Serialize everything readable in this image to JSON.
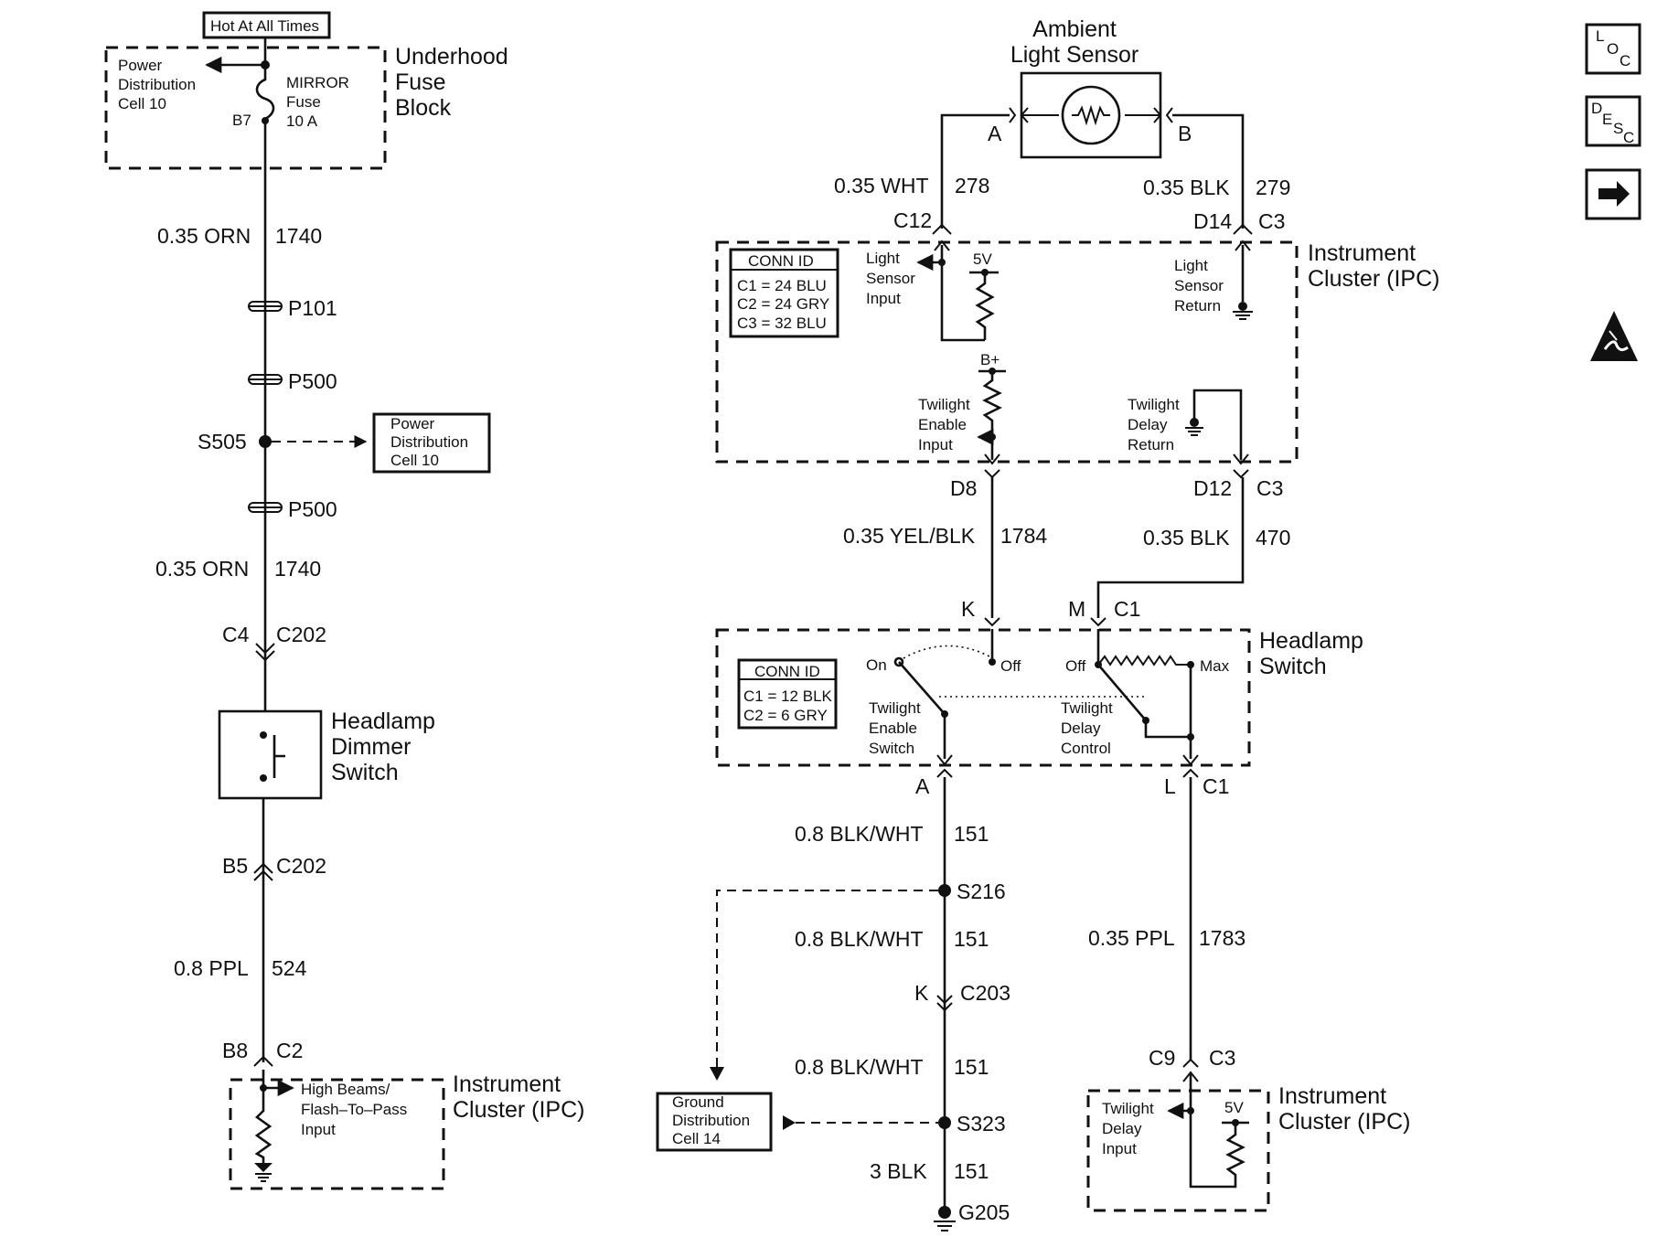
{
  "left": {
    "hot_label": "Hot At All Times",
    "fuse_block_title": "Underhood\nFuse\nBlock",
    "power_dist_ref": "Power\nDistribution\nCell 10",
    "fuse_label": "MIRROR\nFuse\n10 A",
    "fuse_pin": "B7",
    "wire1_gauge": "0.35 ORN",
    "wire1_circuit": "1740",
    "conn_p101": "P101",
    "conn_p500_a": "P500",
    "splice_s505": "S505",
    "power_dist_box": "Power\nDistribution\nCell 10",
    "conn_p500_b": "P500",
    "wire2_gauge": "0.35 ORN",
    "wire2_circuit": "1740",
    "c4_pin": "C4",
    "c202_a": "C202",
    "dimmer_title": "Headlamp\nDimmer\nSwitch",
    "b5_pin": "B5",
    "c202_b": "C202",
    "wire3_gauge": "0.8 PPL",
    "wire3_circuit": "524",
    "b8_pin": "B8",
    "c2_pin": "C2",
    "ipc_input_label": "High Beams/\nFlash–To–Pass\nInput",
    "ipc_title": "Instrument\nCluster (IPC)"
  },
  "center": {
    "sensor_title": "Ambient\nLight Sensor",
    "pin_a": "A",
    "pin_b": "B",
    "wht_gauge": "0.35 WHT",
    "wht_circuit": "278",
    "blk279_gauge": "0.35 BLK",
    "blk279_circuit": "279",
    "c12_pin": "C12",
    "d14_pin": "D14",
    "c3_top": "C3",
    "ipc_title": "Instrument\nCluster (IPC)",
    "conn_id_title": "CONN ID",
    "conn_id_lines": [
      "C1 = 24 BLU",
      "C2 = 24 GRY",
      "C3 = 32 BLU"
    ],
    "light_sensor_input": "Light\nSensor\nInput",
    "five_v": "5V",
    "light_sensor_return": "Light\nSensor\nReturn",
    "b_plus": "B+",
    "twilight_enable_input": "Twilight\nEnable\nInput",
    "twilight_delay_return": "Twilight\nDelay\nReturn",
    "d8_pin": "D8",
    "d12_pin": "D12",
    "c3_mid": "C3",
    "yelblk_gauge": "0.35 YEL/BLK",
    "yelblk_circuit": "1784",
    "blk470_gauge": "0.35 BLK",
    "blk470_circuit": "470",
    "k_pin": "K",
    "m_pin": "M",
    "c1_top": "C1",
    "headlamp_switch_title": "Headlamp\nSwitch",
    "hs_conn_id_title": "CONN ID",
    "hs_conn_id_lines": [
      "C1 = 12 BLK",
      "C2 = 6 GRY"
    ],
    "on_label": "On",
    "off_label1": "Off",
    "off_label2": "Off",
    "max_label": "Max",
    "twilight_enable_switch": "Twilight\nEnable\nSwitch",
    "twilight_delay_control": "Twilight\nDelay\nControl",
    "a_pin": "A",
    "l_pin": "L",
    "c1_bottom": "C1",
    "bw1_gauge": "0.8 BLK/WHT",
    "bw1_circuit": "151",
    "s216": "S216",
    "bw2_gauge": "0.8 BLK/WHT",
    "bw2_circuit": "151",
    "ppl_gauge": "0.35 PPL",
    "ppl_circuit": "1783",
    "k2_pin": "K",
    "c203": "C203",
    "bw3_gauge": "0.8 BLK/WHT",
    "bw3_circuit": "151",
    "c9_pin": "C9",
    "c3_bottom": "C3",
    "ground_dist_box": "Ground\nDistribution\nCell 14",
    "s323": "S323",
    "blk3_gauge": "3 BLK",
    "blk3_circuit": "151",
    "g205": "G205",
    "twilight_delay_input": "Twilight\nDelay\nInput",
    "five_v_bottom": "5V",
    "ipc_bottom_title": "Instrument\nCluster (IPC)"
  },
  "side_icons": {
    "loc_icon": [
      "L",
      "O",
      "C"
    ],
    "desc_icon": [
      "D",
      "E",
      "S",
      "C"
    ],
    "arrow_icon": "next-arrow-icon",
    "esd_icon": "esd-warning-icon"
  }
}
